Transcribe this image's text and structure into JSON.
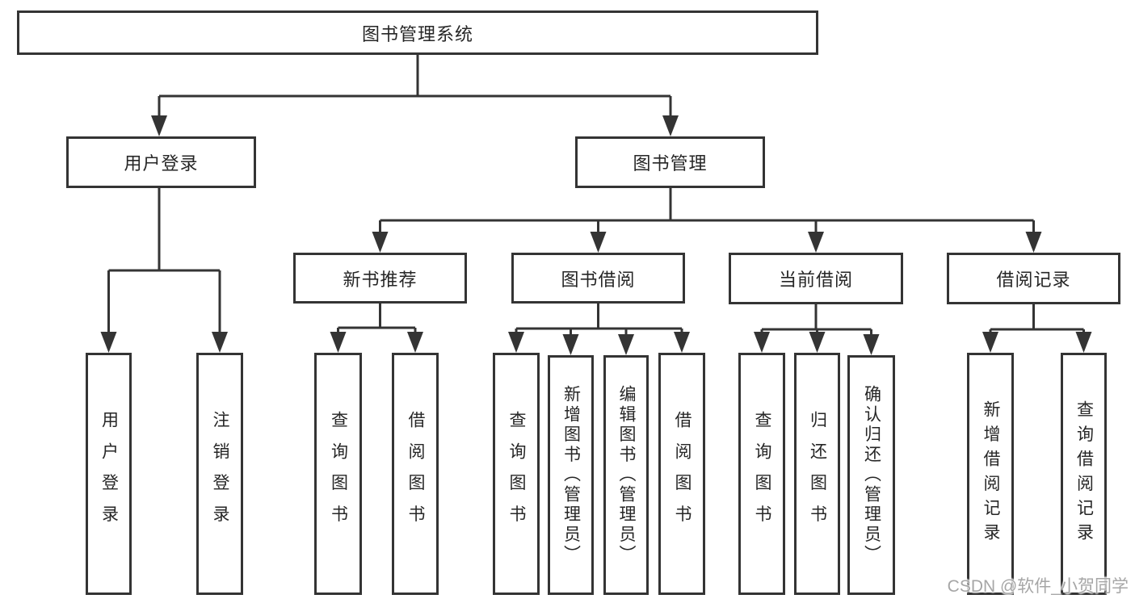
{
  "diagram": {
    "watermark": "CSDN @软件_小贺同学",
    "colors": {
      "line": "#343434",
      "box_border": "#343434",
      "text": "#262626",
      "watermark": "#a6a6a6",
      "background": "#ffffff"
    },
    "nodes": {
      "root": {
        "label": "图书管理系统"
      },
      "user_login": {
        "label": "用户登录"
      },
      "book_mgmt": {
        "label": "图书管理"
      },
      "new_book_rec": {
        "label": "新书推荐"
      },
      "book_borrow": {
        "label": "图书借阅"
      },
      "current_borrow": {
        "label": "当前借阅"
      },
      "borrow_records": {
        "label": "借阅记录"
      },
      "leaf_user_login": {
        "label": "用户登录"
      },
      "leaf_logout": {
        "label": "注销登录"
      },
      "leaf_rec_query": {
        "label": "查询图书"
      },
      "leaf_rec_borrow": {
        "label": "借阅图书"
      },
      "leaf_bb_query": {
        "label": "查询图书"
      },
      "leaf_bb_add": {
        "label": "新增图书（管理员）"
      },
      "leaf_bb_edit": {
        "label": "编辑图书（管理员）"
      },
      "leaf_bb_borrow": {
        "label": "借阅图书"
      },
      "leaf_cb_query": {
        "label": "查询图书"
      },
      "leaf_cb_return": {
        "label": "归还图书"
      },
      "leaf_cb_confirm": {
        "label": "确认归还（管理员）"
      },
      "leaf_br_add": {
        "label": "新增借阅记录"
      },
      "leaf_br_query": {
        "label": "查询借阅记录"
      }
    }
  }
}
